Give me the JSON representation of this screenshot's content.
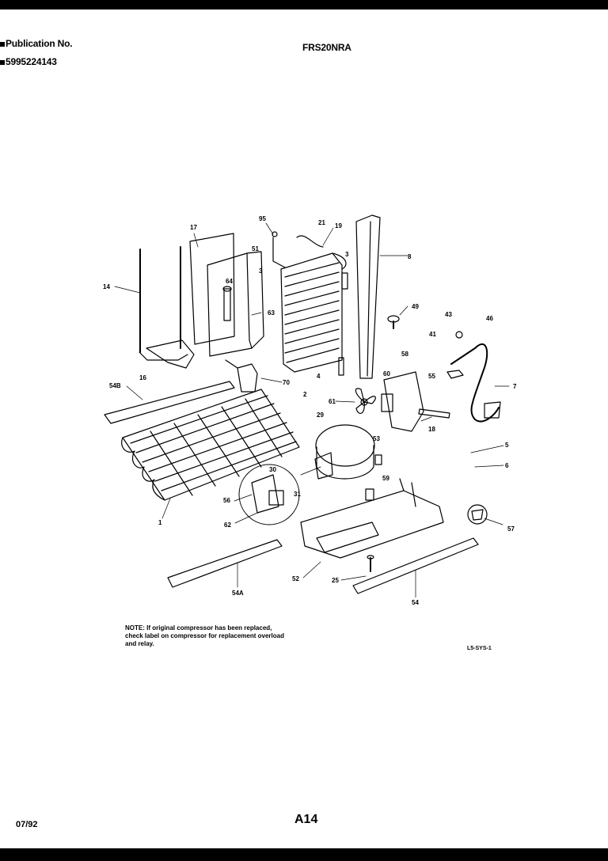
{
  "header": {
    "publication_label": "Publication No.",
    "publication_number": "5995224143",
    "model": "FRS20NRA"
  },
  "callouts": {
    "c14": "14",
    "c17": "17",
    "c95": "95",
    "c21": "21",
    "c19": "19",
    "c8": "8",
    "c51": "51",
    "c3a": "3",
    "c3b": "3",
    "c64": "64",
    "c63": "63",
    "c49": "49",
    "c43": "43",
    "c46": "46",
    "c41": "41",
    "c16": "16",
    "c70": "70",
    "c2": "2",
    "c4": "4",
    "c58": "58",
    "c60": "60",
    "c55": "55",
    "c7": "7",
    "c54b": "54B",
    "c61": "61",
    "c18": "18",
    "c29": "29",
    "c5": "5",
    "c6": "6",
    "c30": "30",
    "c31": "31",
    "c62": "62",
    "c1": "1",
    "c53": "53",
    "c59": "59",
    "c57": "57",
    "c56": "56",
    "c52": "52",
    "c54a": "54A",
    "c54": "54",
    "c25": "25"
  },
  "note": "NOTE: If original compressor has been replaced, check label on compressor for replacement overload and relay.",
  "diagram_code": "L5-SYS-1",
  "footer": {
    "date": "07/92",
    "page": "A14"
  }
}
